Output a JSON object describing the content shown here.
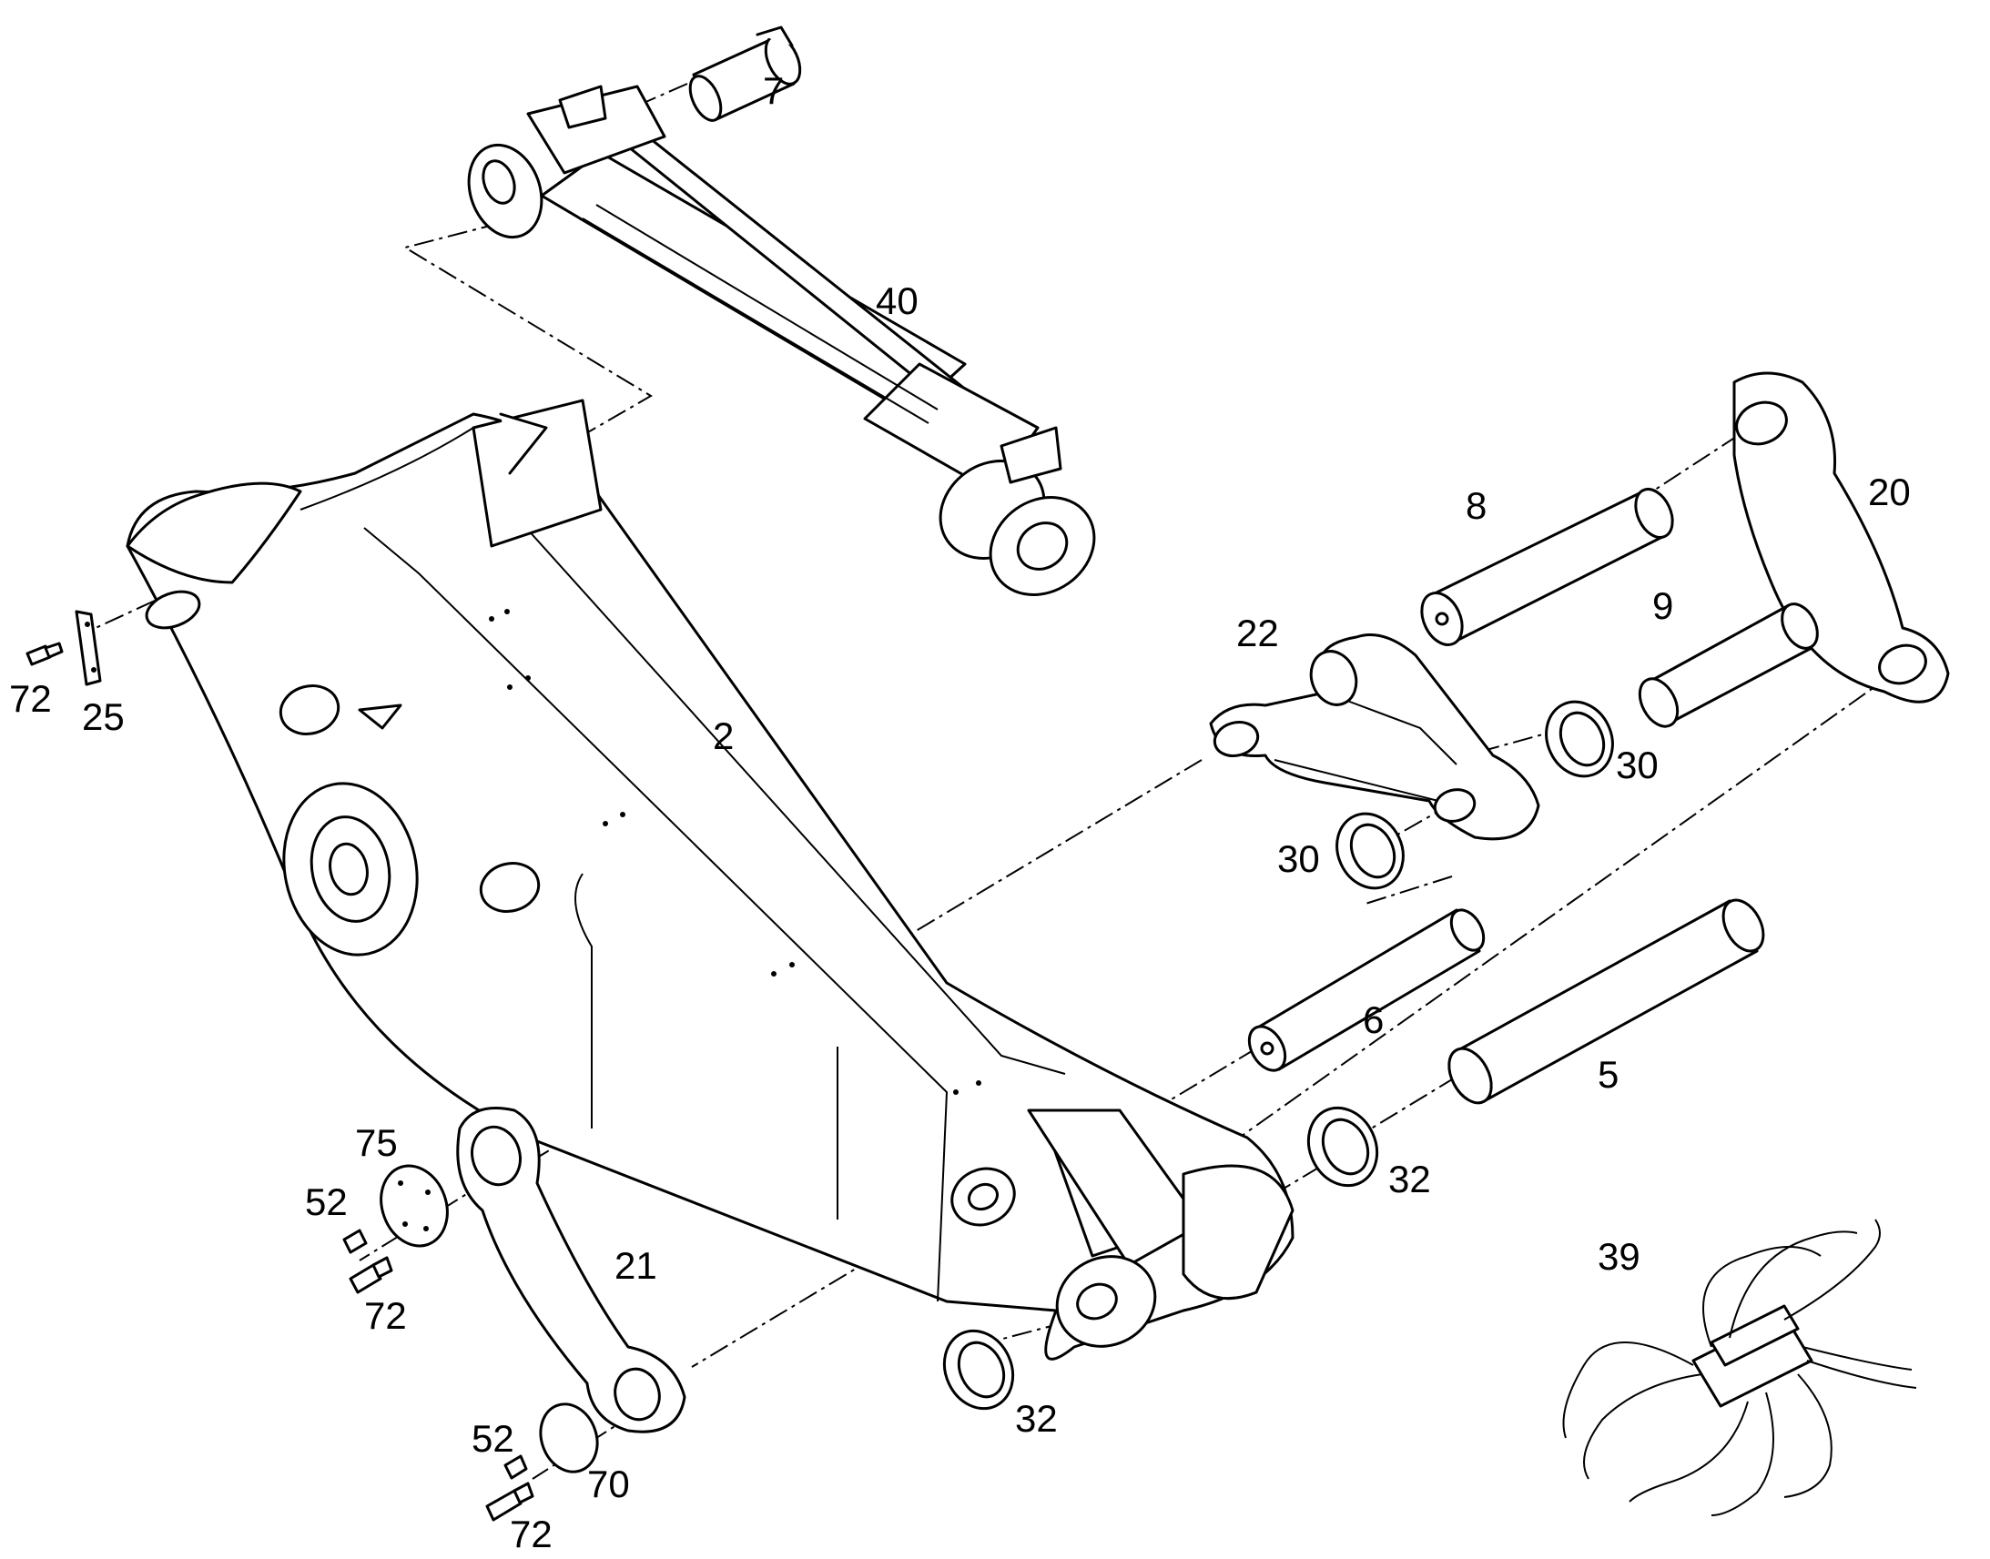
{
  "callouts": [
    {
      "id": "7",
      "text": "7"
    },
    {
      "id": "40",
      "text": "40"
    },
    {
      "id": "8",
      "text": "8"
    },
    {
      "id": "20",
      "text": "20"
    },
    {
      "id": "9",
      "text": "9"
    },
    {
      "id": "22",
      "text": "22"
    },
    {
      "id": "2",
      "text": "2"
    },
    {
      "id": "72a",
      "text": "72"
    },
    {
      "id": "25",
      "text": "25"
    },
    {
      "id": "30a",
      "text": "30"
    },
    {
      "id": "30b",
      "text": "30"
    },
    {
      "id": "6",
      "text": "6"
    },
    {
      "id": "5",
      "text": "5"
    },
    {
      "id": "75",
      "text": "75"
    },
    {
      "id": "52a",
      "text": "52"
    },
    {
      "id": "72b",
      "text": "72"
    },
    {
      "id": "21",
      "text": "21"
    },
    {
      "id": "32a",
      "text": "32"
    },
    {
      "id": "32b",
      "text": "32"
    },
    {
      "id": "39",
      "text": "39"
    },
    {
      "id": "52b",
      "text": "52"
    },
    {
      "id": "70",
      "text": "70"
    },
    {
      "id": "72c",
      "text": "72"
    }
  ]
}
